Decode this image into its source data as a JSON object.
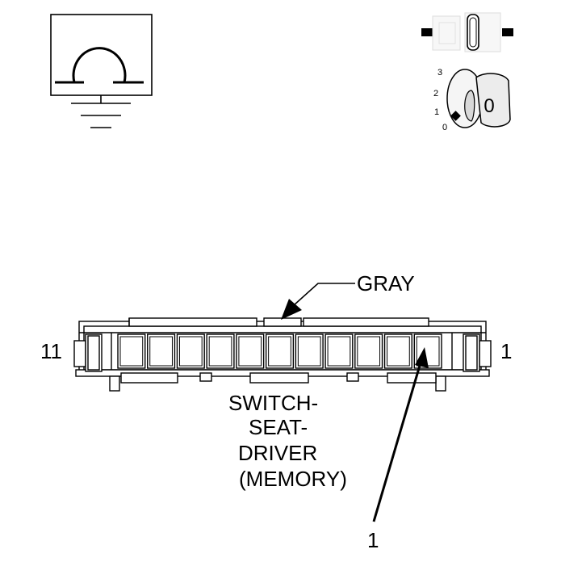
{
  "ohmmeter_symbol": {
    "icon": "ohm-ground-icon"
  },
  "ignition": {
    "icon": "ignition-key-icon",
    "positions": [
      "0",
      "1",
      "2",
      "3"
    ],
    "key_label": "0"
  },
  "connector": {
    "name_lines": [
      "SWITCH-",
      "SEAT-",
      "DRIVER",
      "(MEMORY)"
    ],
    "color_label": "GRAY",
    "pin_left_label": "11",
    "pin_right_label": "1",
    "pin_count": 11,
    "probe_pin_label": "1"
  },
  "colors": {
    "line": "#000000",
    "background": "#ffffff"
  }
}
